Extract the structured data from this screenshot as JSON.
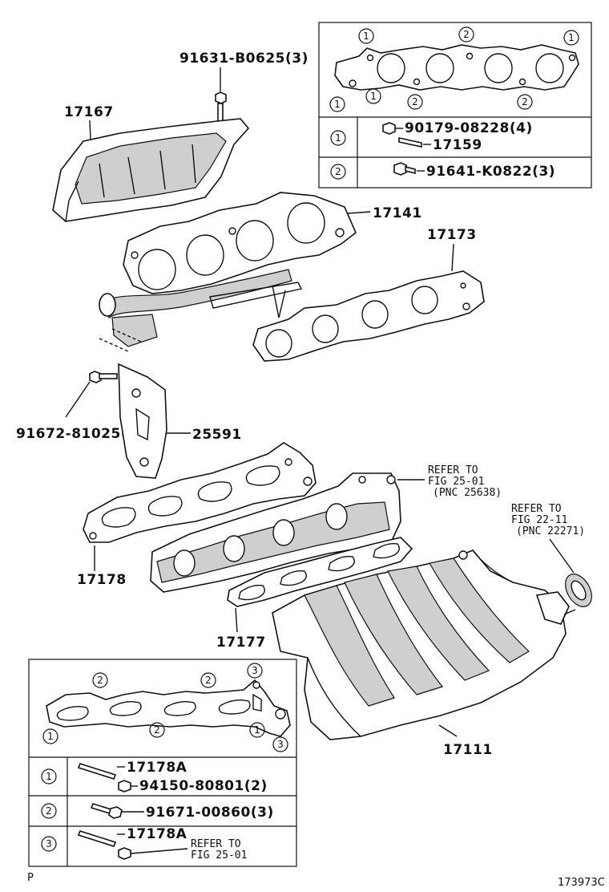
{
  "labels": {
    "p17167": "17167",
    "p91631": "91631-B0625(3)",
    "p17141": "17141",
    "p17173": "17173",
    "p91672": "91672-81025(3)",
    "p25591": "25591",
    "p17178": "17178",
    "p17177": "17177",
    "p17111": "17111"
  },
  "notes": {
    "refer1": [
      "REFER TO",
      "FIG 25-01",
      "(PNC 25638)"
    ],
    "refer2": [
      "REFER TO",
      "FIG 22-11",
      "(PNC 22271)"
    ]
  },
  "legend_top": {
    "callouts": [
      "1",
      "2",
      "1",
      "1",
      "1",
      "2",
      "2"
    ],
    "rows": [
      {
        "num": "1",
        "parts": [
          "90179-08228(4)",
          "17159"
        ]
      },
      {
        "num": "2",
        "parts": [
          "91641-K0822(3)"
        ]
      }
    ]
  },
  "legend_bottom": {
    "callouts": [
      "2",
      "2",
      "3",
      "2",
      "1",
      "1",
      "3"
    ],
    "rows": [
      {
        "num": "1",
        "parts": [
          "17178A",
          "94150-80801(2)"
        ]
      },
      {
        "num": "2",
        "parts": [
          "91671-00860(3)"
        ]
      },
      {
        "num": "3",
        "parts": [
          "17178A",
          "REFER TO",
          "FIG 25-01"
        ]
      }
    ]
  },
  "corner": {
    "left": "P",
    "right": "173973C"
  }
}
